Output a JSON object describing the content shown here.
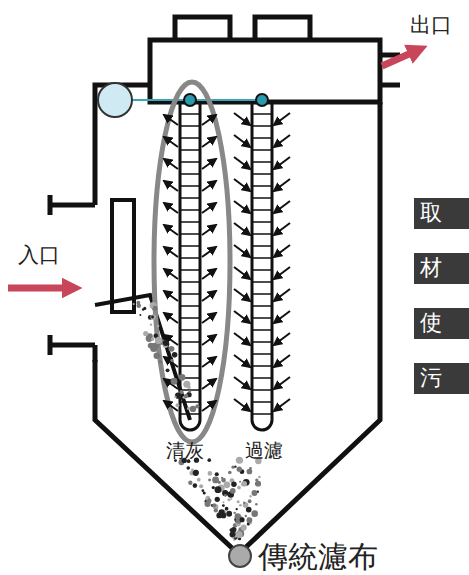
{
  "diagram": {
    "nodes": [
      {
        "text": [
          "取"
        ]
      },
      {
        "text": [
          "材"
        ]
      },
      {
        "text": [
          "使"
        ]
      },
      {
        "text": [
          "污"
        ]
      }
    ],
    "labels": [
      "出口",
      "入口",
      "清灰",
      "過濾",
      "傳統濾布"
    ]
  }
}
